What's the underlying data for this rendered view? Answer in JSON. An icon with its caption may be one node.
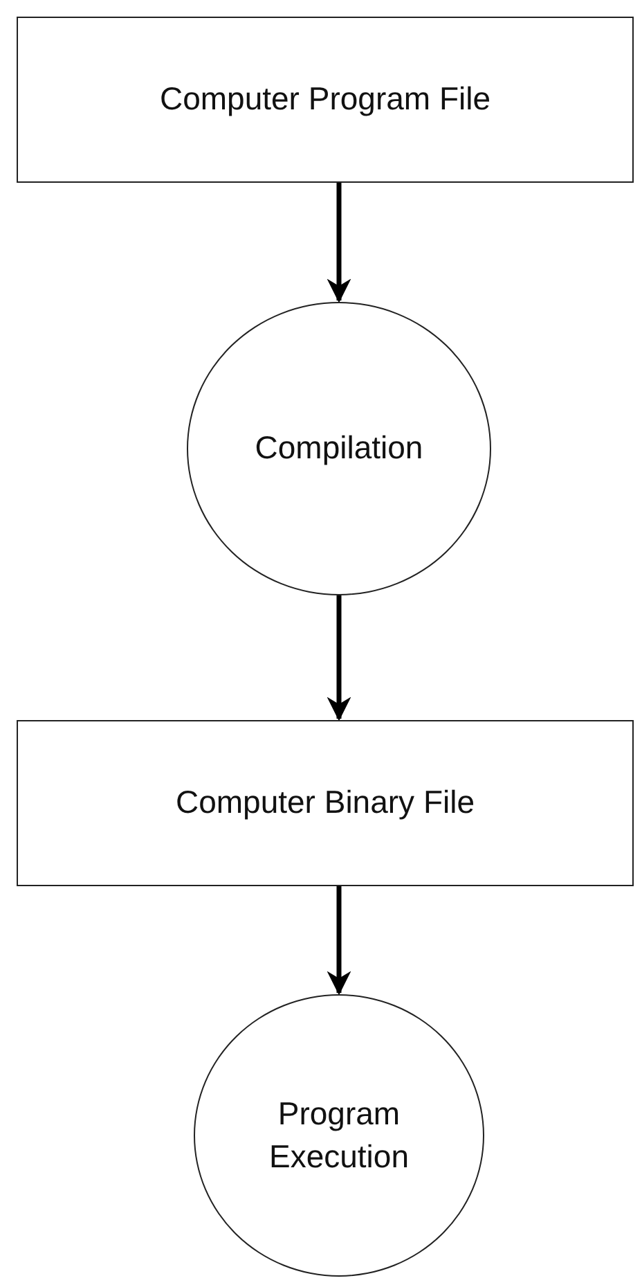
{
  "diagram": {
    "nodes": [
      {
        "text": [
          "Computer Program File"
        ]
      },
      {
        "text": [
          "Compilation"
        ]
      },
      {
        "text": [
          "Computer Binary File"
        ]
      },
      {
        "text": [
          "Program Execution"
        ]
      }
    ],
    "edges": [
      {
        "from": 0,
        "to": 1,
        "arrow": "to"
      },
      {
        "from": 1,
        "to": 2,
        "arrow": "to"
      },
      {
        "from": 2,
        "to": 3,
        "arrow": "to"
      }
    ]
  }
}
